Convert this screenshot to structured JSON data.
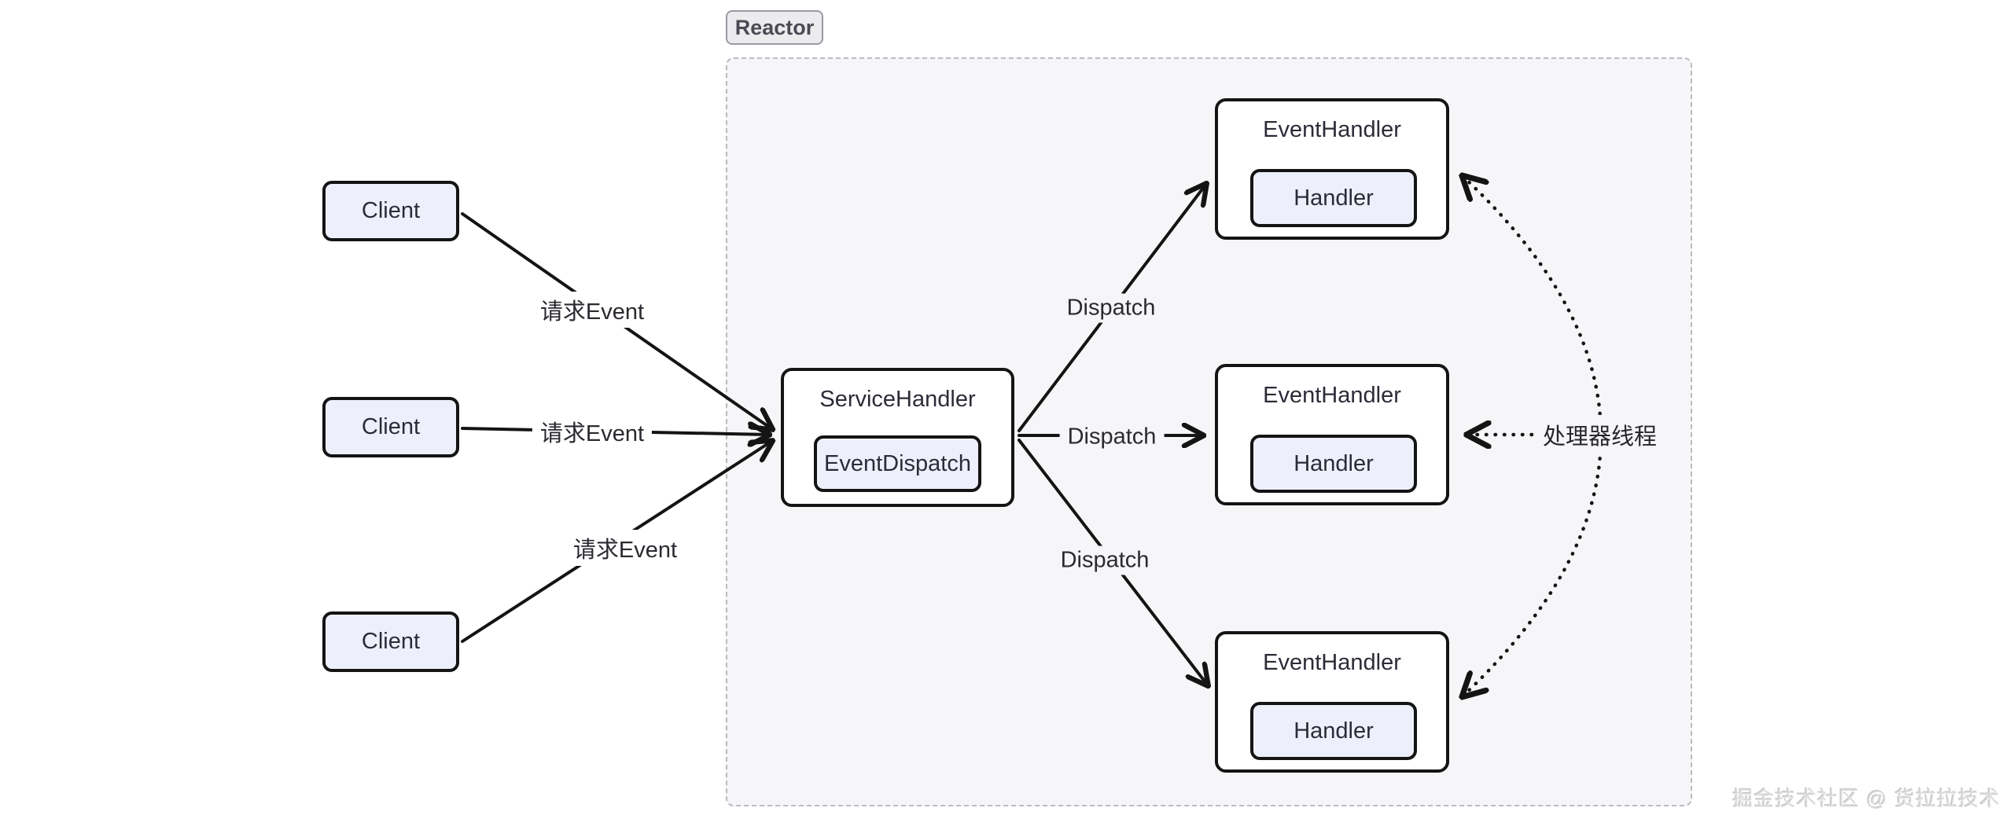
{
  "reactor": {
    "label": "Reactor"
  },
  "clients": [
    {
      "label": "Client"
    },
    {
      "label": "Client"
    },
    {
      "label": "Client"
    }
  ],
  "request_event_labels": [
    "请求Event",
    "请求Event",
    "请求Event"
  ],
  "service_handler": {
    "title": "ServiceHandler",
    "dispatcher_label": "EventDispatch"
  },
  "dispatch_labels": [
    "Dispatch",
    "Dispatch",
    "Dispatch"
  ],
  "event_handlers": [
    {
      "title": "EventHandler",
      "handler_label": "Handler"
    },
    {
      "title": "EventHandler",
      "handler_label": "Handler"
    },
    {
      "title": "EventHandler",
      "handler_label": "Handler"
    }
  ],
  "thread_label": "处理器线程",
  "watermark": "掘金技术社区 @ 货拉拉技术",
  "colors": {
    "box_fill_light": "#EDF0FA",
    "box_border": "#141414",
    "container_fill": "#F6F6F8",
    "container_border": "#BBBBC0",
    "chip_fill": "#ECECEE",
    "chip_border": "#9A9AA2",
    "text": "#2C2C38",
    "watermark_text": "#DBDBDB"
  }
}
